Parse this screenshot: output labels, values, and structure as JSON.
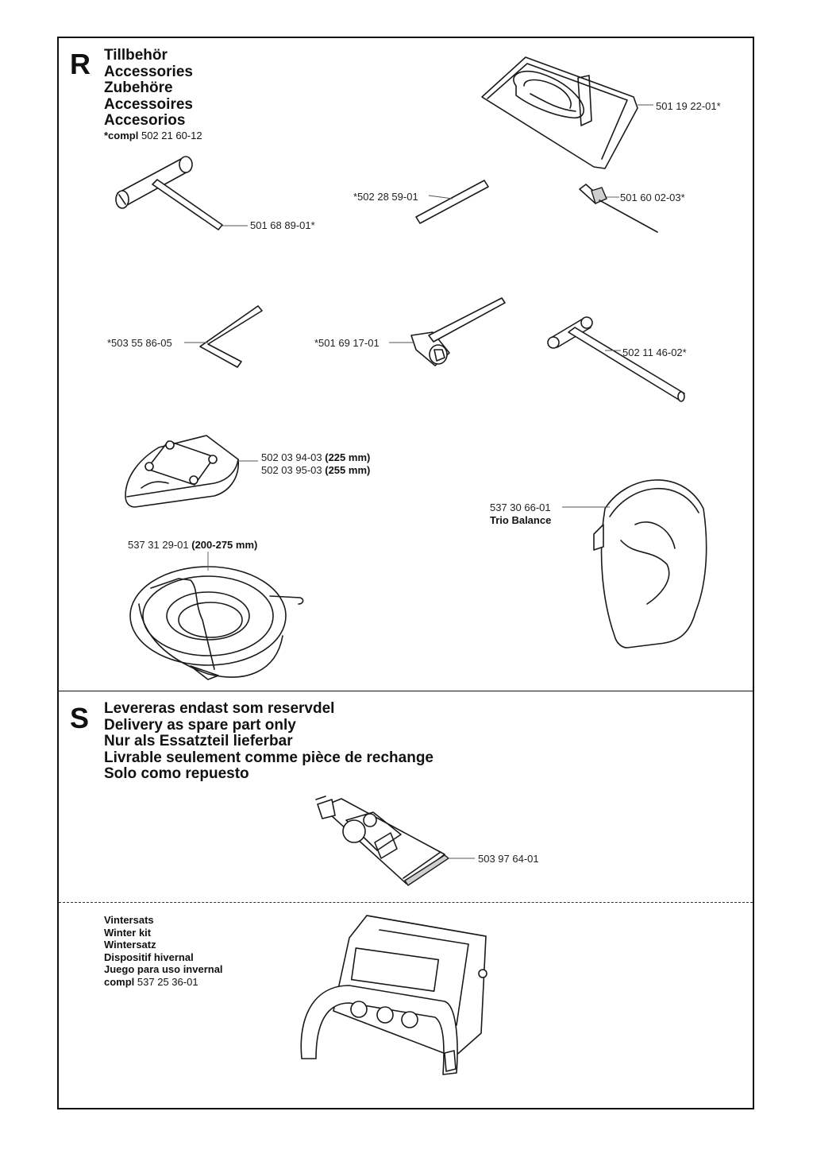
{
  "section_r": {
    "letter": "R",
    "titles": [
      "Tillbehör",
      "Accessories",
      "Zubehöre",
      "Accessoires",
      "Accesorios"
    ],
    "compl_label": "*compl",
    "compl_number": "502 21 60-12",
    "parts": [
      {
        "number": "501 19 22-01*"
      },
      {
        "number": "501 68 89-01*"
      },
      {
        "number": "*502 28 59-01"
      },
      {
        "number": "501 60 02-03*"
      },
      {
        "number": "*503 55 86-05"
      },
      {
        "number": "*501 69 17-01"
      },
      {
        "number": "502 11 46-02*"
      },
      {
        "number": "502 03 94-03",
        "size": "(225 mm)"
      },
      {
        "number": "502 03 95-03",
        "size": "(255 mm)"
      },
      {
        "number": "537 30 66-01",
        "name": "Trio Balance"
      },
      {
        "number": "537 31 29-01",
        "size": "(200-275 mm)"
      }
    ]
  },
  "section_s": {
    "letter": "S",
    "titles": [
      "Levereras endast som reservdel",
      "Delivery as spare part only",
      "Nur als Essatzteil lieferbar",
      "Livrable seulement comme pièce de rechange",
      "Solo como repuesto"
    ],
    "parts": [
      {
        "number": "503 97 64-01"
      }
    ]
  },
  "winter_kit": {
    "titles": [
      "Vintersats",
      "Winter kit",
      "Wintersatz",
      "Dispositif hivernal",
      "Juego para uso invernal"
    ],
    "compl_label": "compl",
    "compl_number": "537 25 36-01"
  }
}
